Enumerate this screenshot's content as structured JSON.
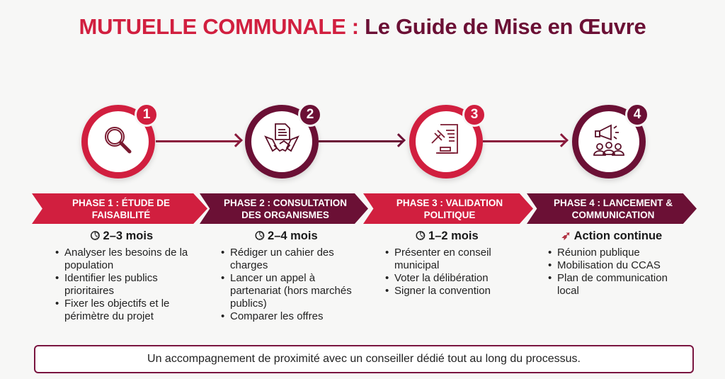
{
  "title": {
    "part1": "MUTUELLE COMMUNALE :",
    "part2": "Le Guide de Mise en Œuvre"
  },
  "colors": {
    "red": "#d11f3f",
    "dark": "#6b1035"
  },
  "phases": [
    {
      "number": "1",
      "icon": "magnifier-icon",
      "label": "PHASE 1 : ÉTUDE DE FAISABILITÉ",
      "duration": "2–3 mois",
      "duration_icon": "clock-icon",
      "items": [
        "Analyser les besoins de la population",
        "Identifier les publics prioritaires",
        "Fixer les objectifs et le périmètre du projet"
      ]
    },
    {
      "number": "2",
      "icon": "handshake-document-icon",
      "label": "PHASE 2 : CONSULTATION DES ORGANISMES",
      "duration": "2–4 mois",
      "duration_icon": "clock-icon",
      "items": [
        "Rédiger un cahier des charges",
        "Lancer un appel à partenariat (hors marchés publics)",
        "Comparer les offres"
      ]
    },
    {
      "number": "3",
      "icon": "gavel-scroll-icon",
      "label": "PHASE 3 : VALIDATION POLITIQUE",
      "duration": "1–2 mois",
      "duration_icon": "clock-icon",
      "items": [
        "Présenter en conseil municipal",
        "Voter la délibération",
        "Signer la convention"
      ]
    },
    {
      "number": "4",
      "icon": "megaphone-crowd-icon",
      "label": "PHASE 4 : LANCEMENT & COMMUNICATION",
      "duration": "Action continue",
      "duration_icon": "rocket-icon",
      "items": [
        "Réunion publique",
        "Mobilisation du CCAS",
        "Plan de communication local"
      ]
    }
  ],
  "footer": "Un accompagnement de proximité avec un conseiller dédié tout au long du processus."
}
